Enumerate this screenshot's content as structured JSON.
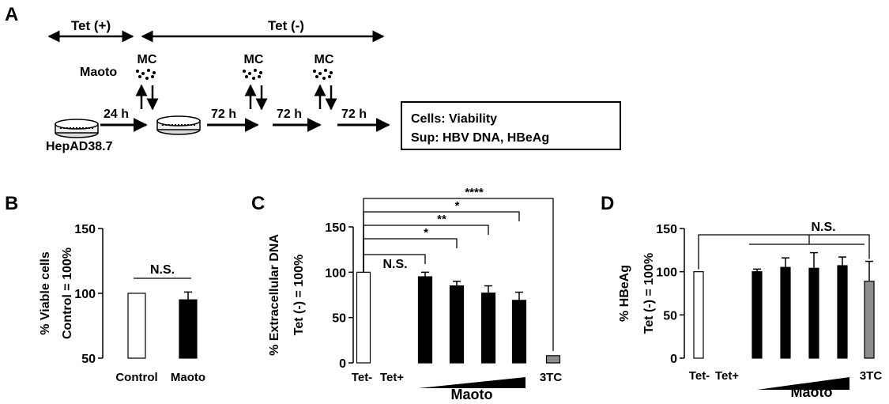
{
  "panel_a": {
    "panel_letter": "A",
    "tet_plus_label": "Tet (+)",
    "tet_minus_label": "Tet (-)",
    "maoto_label": "Maoto",
    "mc_label": "MC",
    "cell_line_label": "HepAD38.7",
    "step_labels": [
      "24 h",
      "72 h",
      "72 h",
      "72 h"
    ],
    "readout_lines": [
      "Cells: Viability",
      "Sup: HBV DNA, HBeAg"
    ]
  },
  "colors": {
    "black": "#000000",
    "white": "#ffffff",
    "gray": "#8c8c8c"
  },
  "chart_data": [
    {
      "panel": "B",
      "type": "bar",
      "ylabel_lines": [
        "% Viable cells",
        "Control = 100%"
      ],
      "ylim": [
        50,
        150
      ],
      "yticks": [
        50,
        100,
        150
      ],
      "categories": [
        "Control",
        "Maoto"
      ],
      "values": [
        100,
        95
      ],
      "errors": [
        0,
        6
      ],
      "fills": [
        "white",
        "black"
      ],
      "annotations": [
        {
          "text": "N.S.",
          "from": 0,
          "to": 1
        }
      ]
    },
    {
      "panel": "C",
      "type": "bar",
      "ylabel_lines": [
        "% Extracellular DNA",
        "Tet (-) = 100%"
      ],
      "ylim": [
        0,
        150
      ],
      "yticks": [
        0,
        50,
        100,
        150
      ],
      "categories": [
        "Tet-",
        "Tet+",
        "",
        "",
        "",
        "",
        "3TC"
      ],
      "values": [
        100,
        null,
        95,
        85,
        77,
        69,
        8
      ],
      "errors": [
        0,
        0,
        5,
        5,
        8,
        9,
        0
      ],
      "fills": [
        "white",
        "none",
        "black",
        "black",
        "black",
        "black",
        "gray"
      ],
      "group_label": "Maoto",
      "annotations": [
        {
          "text": "N.S.",
          "from": 0,
          "to": 2
        },
        {
          "text": "*",
          "from": 0,
          "to": 3
        },
        {
          "text": "**",
          "from": 0,
          "to": 4
        },
        {
          "text": "*",
          "from": 0,
          "to": 5
        },
        {
          "text": "****",
          "from": 0,
          "to": 6
        }
      ]
    },
    {
      "panel": "D",
      "type": "bar",
      "ylabel_lines": [
        "% HBeAg",
        "Tet (-) = 100%"
      ],
      "ylim": [
        0,
        150
      ],
      "yticks": [
        0,
        50,
        100,
        150
      ],
      "categories": [
        "Tet-",
        "Tet+",
        "",
        "",
        "",
        "",
        "3TC"
      ],
      "values": [
        100,
        null,
        100,
        105,
        104,
        107,
        89
      ],
      "errors": [
        0,
        0,
        3,
        11,
        18,
        10,
        23
      ],
      "fills": [
        "white",
        "none",
        "black",
        "black",
        "black",
        "black",
        "gray"
      ],
      "group_label": "Maoto",
      "annotations": [
        {
          "text": "N.S.",
          "from": 0,
          "to": 6
        }
      ]
    }
  ]
}
